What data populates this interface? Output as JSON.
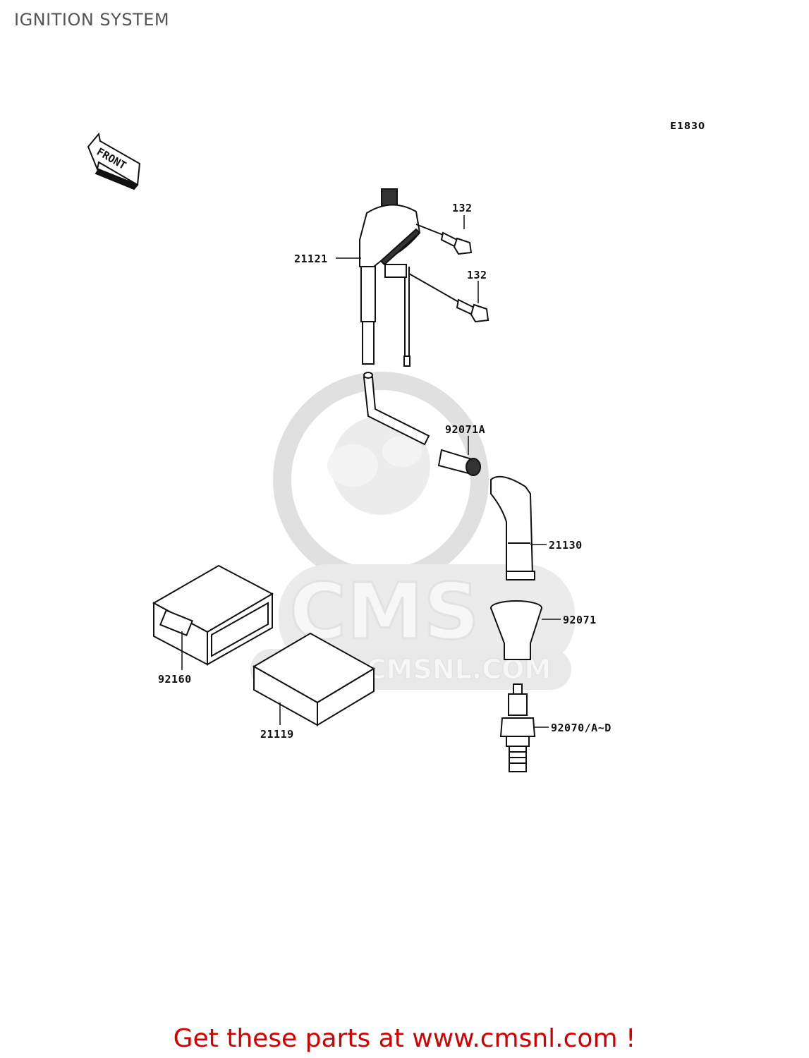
{
  "page": {
    "title": "IGNITION SYSTEM",
    "diagram_code": "E1830",
    "footer_link_text": "Get these parts at www.cmsnl.com !"
  },
  "front_arrow": {
    "label": "FRONT"
  },
  "watermark": {
    "brand": "CMS",
    "url": "WWW.CMSNL.COM"
  },
  "parts": [
    {
      "id": "132a",
      "label": "132"
    },
    {
      "id": "21121",
      "label": "21121"
    },
    {
      "id": "132b",
      "label": "132"
    },
    {
      "id": "92071A",
      "label": "92071A"
    },
    {
      "id": "21130",
      "label": "21130"
    },
    {
      "id": "92071",
      "label": "92071"
    },
    {
      "id": "92160",
      "label": "92160"
    },
    {
      "id": "21119",
      "label": "21119"
    },
    {
      "id": "92070",
      "label": "92070/A~D"
    }
  ],
  "colors": {
    "footer": "#d40000",
    "title": "#555555",
    "line": "#111111",
    "watermark": "#e8e8e8"
  }
}
